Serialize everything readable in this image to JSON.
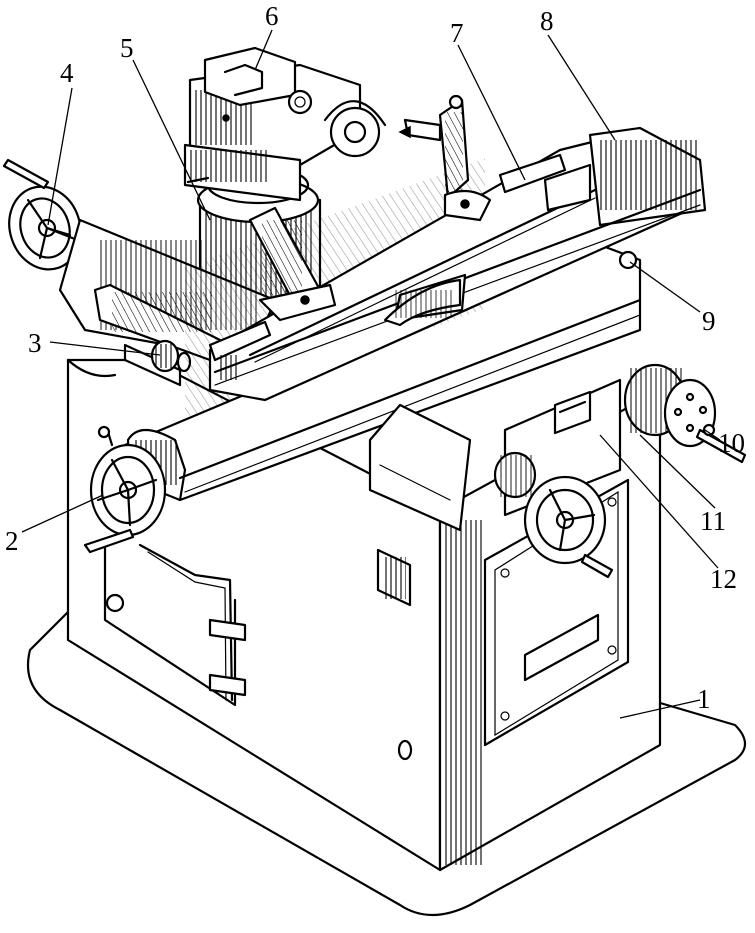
{
  "callouts": [
    {
      "id": "1",
      "text": "1"
    },
    {
      "id": "2",
      "text": "2"
    },
    {
      "id": "3",
      "text": "3"
    },
    {
      "id": "4",
      "text": "4"
    },
    {
      "id": "5",
      "text": "5"
    },
    {
      "id": "6",
      "text": "6"
    },
    {
      "id": "7",
      "text": "7"
    },
    {
      "id": "8",
      "text": "8"
    },
    {
      "id": "9",
      "text": "9"
    },
    {
      "id": "10",
      "text": "10"
    },
    {
      "id": "11",
      "text": "11"
    },
    {
      "id": "12",
      "text": "12"
    }
  ],
  "colors": {
    "ink": "#000000",
    "paper": "#ffffff"
  }
}
